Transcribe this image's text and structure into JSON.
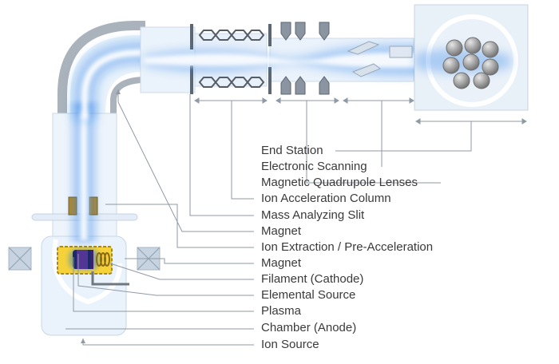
{
  "labels": [
    {
      "id": "end-station",
      "text": "End Station"
    },
    {
      "id": "electronic-scanning",
      "text": "Electronic Scanning"
    },
    {
      "id": "magnetic-quadrupole-lenses",
      "text": "Magnetic Quadrupole Lenses"
    },
    {
      "id": "ion-acceleration-column",
      "text": "Ion Acceleration Column"
    },
    {
      "id": "mass-analyzing-slit",
      "text": "Mass Analyzing Slit"
    },
    {
      "id": "magnet-upper",
      "text": "Magnet"
    },
    {
      "id": "ion-extraction",
      "text": "Ion Extraction / Pre-Acceleration"
    },
    {
      "id": "magnet-lower",
      "text": "Magnet"
    },
    {
      "id": "filament",
      "text": "Filament (Cathode)"
    },
    {
      "id": "elemental-source",
      "text": "Elemental Source"
    },
    {
      "id": "plasma",
      "text": "Plasma"
    },
    {
      "id": "chamber",
      "text": "Chamber (Anode)"
    },
    {
      "id": "ion-source",
      "text": "Ion Source"
    }
  ],
  "colors": {
    "beam": "#1e78e6",
    "housing": "#eaf2fb",
    "housing_stroke": "#c9d7e6",
    "pipe": "#a9b1ba",
    "leader": "#8f9aa6",
    "text": "#3a3a3a",
    "source_yellow": "#f6d23a",
    "wafer": "#9a9a9a"
  }
}
